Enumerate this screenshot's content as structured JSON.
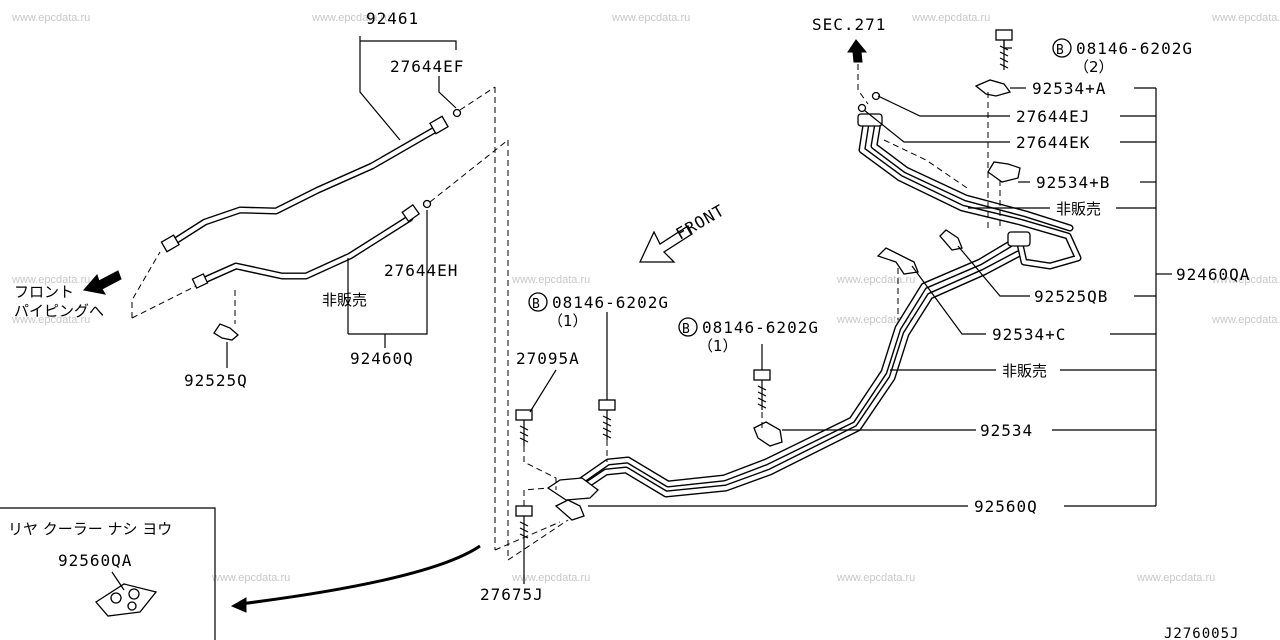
{
  "watermark": "www.epcdata.ru",
  "diagram_code": "J276005J",
  "labels": {
    "p92461": "92461",
    "p27644EF": "27644EF",
    "p27644EH": "27644EH",
    "p92460Q": "92460Q",
    "hibanbai": "非販売",
    "p92525Q": "92525Q",
    "front_piping_1": "フロント",
    "front_piping_2": "パイピングへ",
    "bolt_a_code": "08146-6202G",
    "bolt_a_qty": "（1）",
    "bolt_b_code": "08146-6202G",
    "bolt_b_qty": "（1）",
    "bolt_c_code": "08146-6202G",
    "bolt_c_qty": "（2）",
    "bolt_symbol": "B",
    "p27095A": "27095A",
    "p27675J": "27675J",
    "front": "FRONT",
    "sec271": "SEC.271",
    "p92534A": "92534+A",
    "p27644EJ": "27644EJ",
    "p27644EK": "27644EK",
    "p92534B": "92534+B",
    "p92460QA": "92460QA",
    "p92525QB": "92525QB",
    "p92534C": "92534+C",
    "p92534": "92534",
    "p92560Q": "92560Q",
    "rear_cooler": "リヤ クーラー ナシ ヨウ",
    "p92560QA": "92560QA"
  }
}
